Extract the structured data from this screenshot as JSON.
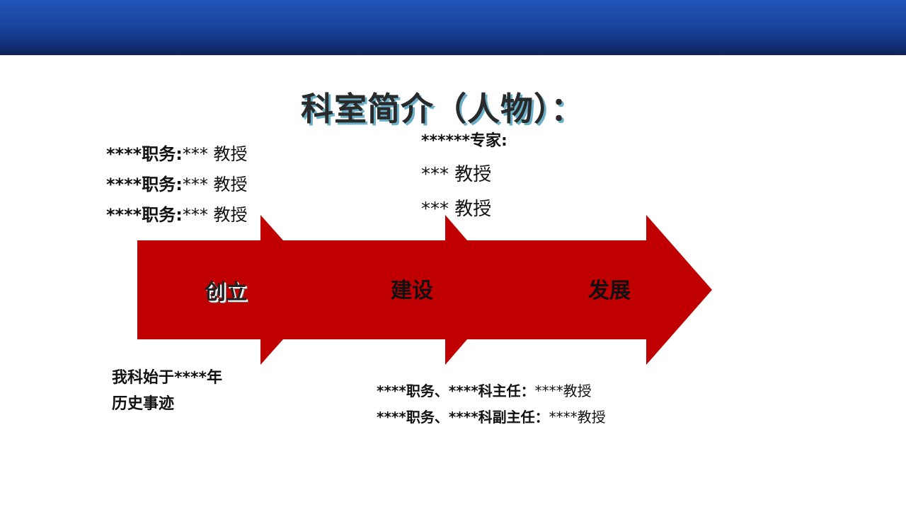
{
  "slide": {
    "title": "科室简介（人物）：",
    "accent_color": "#1f4fae",
    "arrow_color": "#c00000"
  },
  "top_left": {
    "lines": [
      {
        "label": "****职务:",
        "value": "*** 教授"
      },
      {
        "label": "****职务:",
        "value": "*** 教授"
      },
      {
        "label": "****职务:",
        "value": "*** 教授"
      }
    ]
  },
  "experts": {
    "heading": "******专家:",
    "names": [
      "*** 教授",
      "*** 教授"
    ]
  },
  "stages": [
    "创立",
    "建设",
    "发展"
  ],
  "history": {
    "line1": "我科始于****年",
    "line2": "历史事迹"
  },
  "directors": [
    {
      "label": "****职务、****科主任：",
      "value": "****教授"
    },
    {
      "label": "****职务、****科副主任：",
      "value": "****教授"
    }
  ]
}
